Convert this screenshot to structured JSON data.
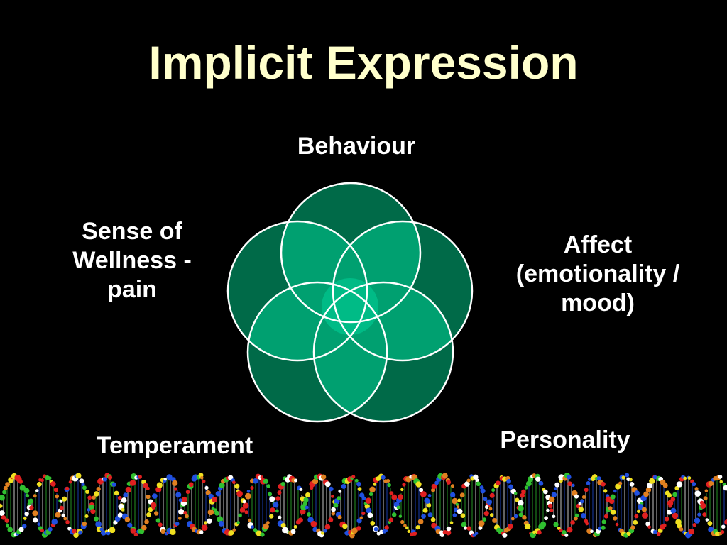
{
  "title": "Implicit Expression",
  "diagram": {
    "labels": {
      "behaviour": "Behaviour",
      "affect": [
        "Affect",
        "(emotionality /",
        "mood)"
      ],
      "personality": "Personality",
      "temperament": "Temperament",
      "wellness": [
        "Sense of",
        "Wellness -",
        "pain"
      ]
    },
    "colors": {
      "title": "#FFFFCC",
      "label": "#FFFFFF",
      "circle_fill": "#006A48",
      "circle_stroke": "#FFFFFF",
      "overlap_light": "#00A070",
      "center": "#00C08A",
      "background": "#000000"
    }
  },
  "footer_image": "dna-double-helix-strip"
}
